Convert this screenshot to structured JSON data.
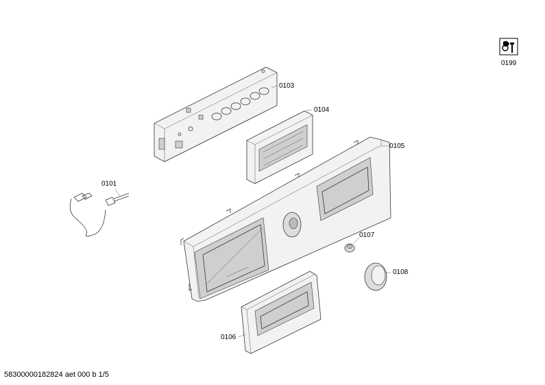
{
  "parts": [
    {
      "id": "0101",
      "label": "0101"
    },
    {
      "id": "0103",
      "label": "0103"
    },
    {
      "id": "0104",
      "label": "0104"
    },
    {
      "id": "0105",
      "label": "0105"
    },
    {
      "id": "0106",
      "label": "0106"
    },
    {
      "id": "0107",
      "label": "0107"
    },
    {
      "id": "0108",
      "label": "0108"
    },
    {
      "id": "0199",
      "label": "0199"
    }
  ],
  "footer": "58300000182824 aet 000 b 1/5"
}
